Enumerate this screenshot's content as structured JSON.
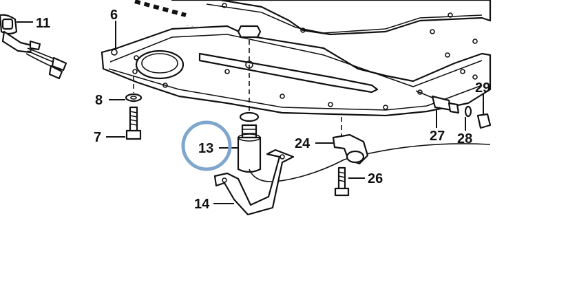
{
  "diagram": {
    "labels": {
      "l6": "6",
      "l7": "7",
      "l8": "8",
      "l11": "11",
      "l13": "13",
      "l14": "14",
      "l24": "24",
      "l26": "26",
      "l27": "27",
      "l28": "28",
      "l29": "29"
    },
    "highlight_color": "#7fa6cc",
    "ink_color": "#111111"
  }
}
